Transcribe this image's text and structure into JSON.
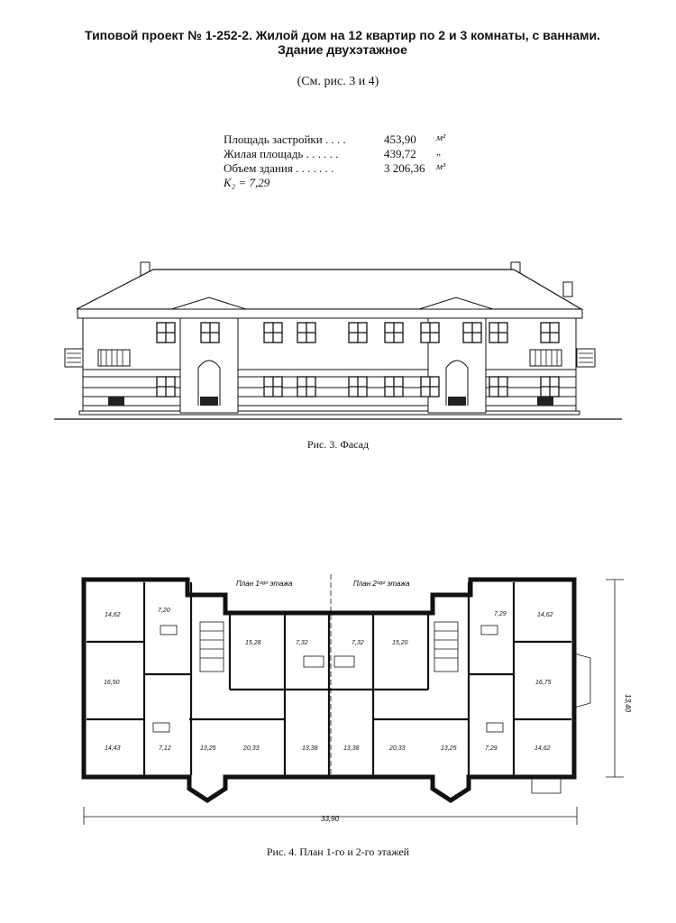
{
  "header": {
    "title_line1": "Типовой проект № 1-252-2. Жилой дом на 12 квартир по 2 и 3 комнаты, с ваннами.",
    "title_line2": "Здание двухэтажное",
    "reference": "(См. рис. 3 и 4)"
  },
  "stats": [
    {
      "label": "Площадь застройки . . . .",
      "value": "453,90",
      "unit": "м²"
    },
    {
      "label": "Жилая площадь . . . . . .",
      "value": "439,72",
      "unit": "„"
    },
    {
      "label": "Объем здания . . . . . . .",
      "value": "3 206,36",
      "unit": "м³"
    },
    {
      "label": "K₂ = 7,29",
      "value": "",
      "unit": ""
    }
  ],
  "figures": {
    "facade_caption": "Рис. 3. Фасад",
    "plan_caption": "Рис. 4. План 1-го и 2-го этажей"
  },
  "plan": {
    "label_floor1": "План 1ᵒᵍᵒ этажа",
    "label_floor2": "План 2ᵒᵍᵒ этажа",
    "dim_width": "33,90",
    "dim_depth": "13,40",
    "rooms": {
      "r1": "14,62",
      "r2": "7,20",
      "r3": "15,28",
      "r4": "7,32",
      "r5": "7,32",
      "r6": "15,20",
      "r7": "7,29",
      "r8": "14,62",
      "r9": "16,50",
      "r10": "16,75",
      "r11": "14,43",
      "r12": "7,12",
      "r13": "13,25",
      "r14": "20,33",
      "r15": "13,38",
      "r16": "13,38",
      "r17": "20,33",
      "r18": "13,25",
      "r19": "7,29",
      "r20": "14,62"
    }
  }
}
